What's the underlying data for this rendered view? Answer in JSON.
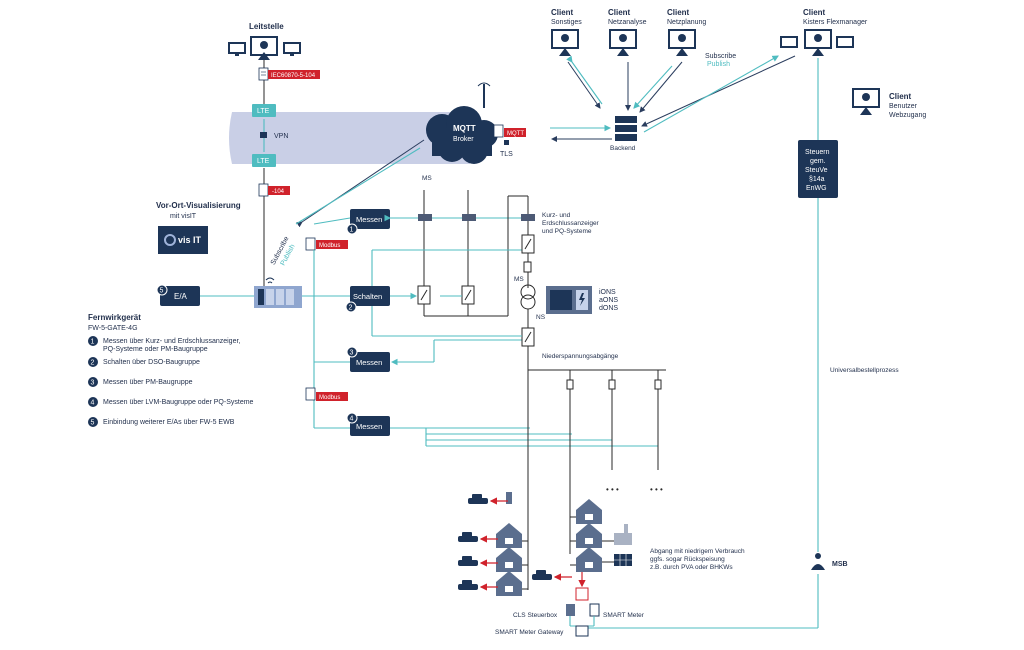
{
  "leitstelle": {
    "title": "Leitstelle",
    "protocol": "IEC60870-5-104"
  },
  "network": {
    "lte_top": "LTE",
    "lte_bottom": "LTE",
    "vpn": "VPN",
    "tag_104": "-104"
  },
  "mqtt": {
    "title": "MQTT",
    "subtitle": "Broker",
    "tag": "MQTT",
    "tls": "TLS"
  },
  "clients": [
    {
      "title": "Client",
      "name": "Sonstiges"
    },
    {
      "title": "Client",
      "name": "Netzanalyse"
    },
    {
      "title": "Client",
      "name": "Netzplanung"
    },
    {
      "title": "Client",
      "name": "Kisters Flexmanager"
    }
  ],
  "client_web": {
    "title": "Client",
    "line1": "Benutzer",
    "line2": "Webzugang"
  },
  "backend": {
    "label": "Backend"
  },
  "subscribe_publish": {
    "subscribe": "Subscribe",
    "publish": "Publish"
  },
  "visualisierung": {
    "title": "Vor-Ort-Visualisierung",
    "subtitle": "mit visIT",
    "logo": "vis IT"
  },
  "ms_top": "MS",
  "fwg": {
    "title": "Fernwirkgerät",
    "subtitle": "FW-5-GATE-4G",
    "legend": [
      {
        "num": "1",
        "text": "Messen  über Kurz- und Erdschlussanzeiger,",
        "text2": "PQ-Systeme oder PM-Baugruppe"
      },
      {
        "num": "2",
        "text": "Schalten über DSO-Baugruppe",
        "text2": ""
      },
      {
        "num": "3",
        "text": "Messen über PM-Baugruppe",
        "text2": ""
      },
      {
        "num": "4",
        "text": "Messen über LVM-Baugruppe oder PQ-Systeme",
        "text2": ""
      },
      {
        "num": "5",
        "text": "Einbindung weiterer E/As über FW-5 EWB",
        "text2": ""
      }
    ]
  },
  "blocks": {
    "messen1": "Messen",
    "schalten": "Schalten",
    "messen3": "Messen",
    "messen4": "Messen",
    "ea": "E/A",
    "n1": "1",
    "n2": "2",
    "n3": "3",
    "n4": "4",
    "n5": "5"
  },
  "modbus1": "Modbus",
  "modbus2": "Modbus",
  "kurz": {
    "line1": "Kurz- und",
    "line2": "Erdschlussanzeiger",
    "line3": "und PQ-Systeme"
  },
  "trafo": {
    "ms": "MS",
    "ns": "NS"
  },
  "ons": {
    "l1": "iONS",
    "l2": "aONS",
    "l3": "dONS"
  },
  "niederspannung": "Niederspannungsabgänge",
  "steuern": {
    "l1": "Steuern",
    "l2": "gem.",
    "l3": "SteuVe",
    "l4": "§14a",
    "l5": "EnWG"
  },
  "universal": "Universalbestellprozess",
  "msb": "MSB",
  "abgang": {
    "l1": "Abgang mit niedrigem Verbrauch",
    "l2": "ggfs. sogar Rückspeisung",
    "l3": "z.B. durch PVA oder BHKWs"
  },
  "cls": "CLS Steuerbox",
  "smart_meter": "SMART Meter",
  "gateway": "SMART Meter Gateway",
  "dots": "• • •"
}
